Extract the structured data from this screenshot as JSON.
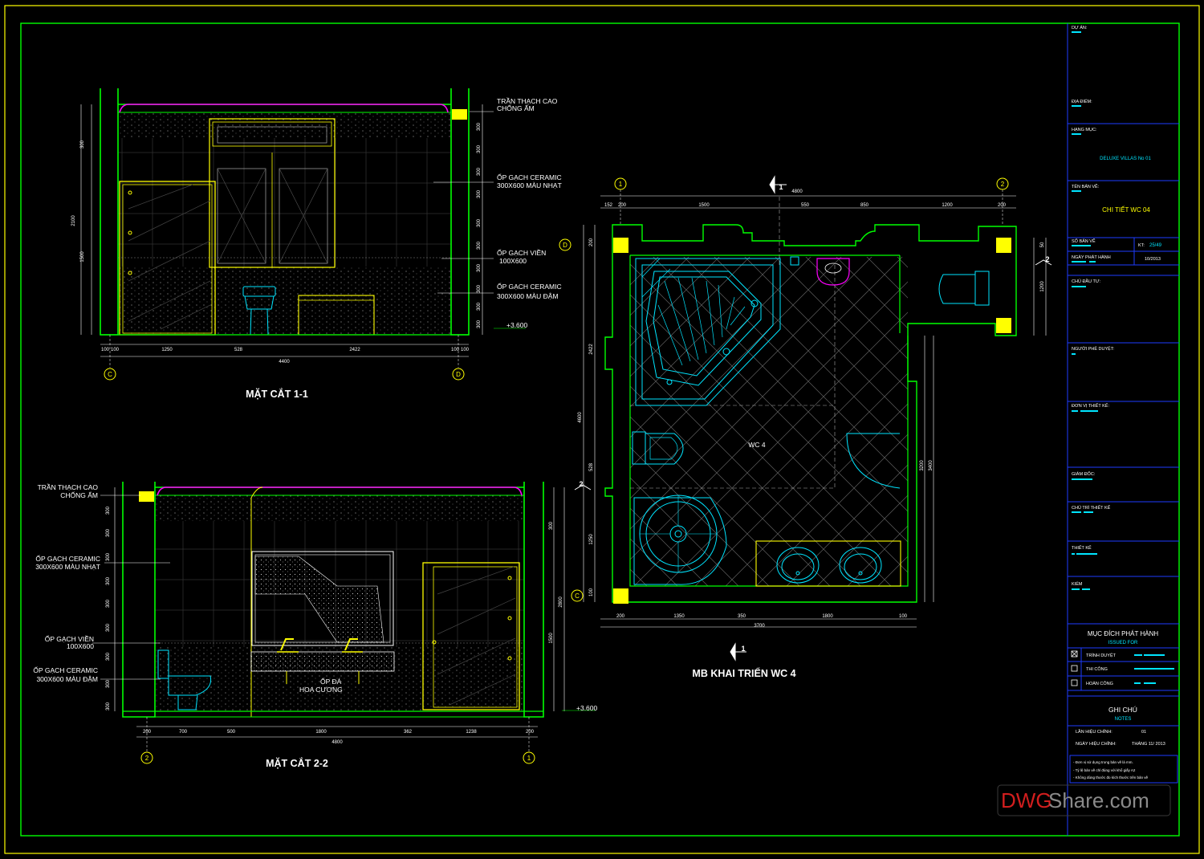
{
  "drawing": {
    "section_1": {
      "title": "MẶT CẮT 1-1",
      "labels": {
        "ceiling_1": "TRẦN THẠCH CAO",
        "ceiling_2": "CHỐNG ẨM",
        "tile_light_1": "ỐP GẠCH CERAMIC",
        "tile_light_2": "300X600 MÀU NHẠT",
        "border_1": "ỐP GẠCH VIỀN",
        "border_2": "100X600",
        "tile_dark_1": "ỐP GẠCH CERAMIC",
        "tile_dark_2": "300X600 MÀU ĐẬM",
        "level": "+3.600"
      },
      "grid_left": "C",
      "grid_right": "D",
      "dims_bottom": [
        "100",
        "100",
        "1250",
        "528",
        "2422",
        "100",
        "100"
      ],
      "dim_total": "4400",
      "dims_left": [
        "300",
        "2100",
        "1500"
      ],
      "dims_right": [
        "300",
        "300",
        "300",
        "300",
        "300",
        "300",
        "300",
        "300",
        "300",
        "300"
      ]
    },
    "section_2": {
      "title": "MẶT CẮT 2-2",
      "labels": {
        "ceiling_1": "TRẦN THẠCH CAO",
        "ceiling_2": "CHỐNG ẨM",
        "tile_light_1": "ỐP GẠCH CERAMIC",
        "tile_light_2": "300X600 MÀU NHẠT",
        "border_1": "ỐP GẠCH VIỀN",
        "border_2": "100X600",
        "tile_dark_1": "ỐP GẠCH CERAMIC",
        "tile_dark_2": "300X600 MÀU ĐẬM",
        "stone_1": "ỐP ĐÁ",
        "stone_2": "HOA CƯƠNG",
        "level": "+3.600"
      },
      "grid_left": "2",
      "grid_right": "1",
      "dims_bottom": [
        "200",
        "700",
        "500",
        "1800",
        "362",
        "1238",
        "200"
      ],
      "dim_total": "4800",
      "dims_right": [
        "300",
        "2800",
        "1500"
      ],
      "dims_left": [
        "300",
        "300",
        "300",
        "300",
        "300",
        "300",
        "300",
        "300",
        "300"
      ]
    },
    "plan": {
      "title": "MB KHAI TRIỂN WC 4",
      "room_label": "WC 4",
      "section_marker_top": "1",
      "section_marker_bottom": "1",
      "section_marker_left": "2",
      "section_marker_right": "2",
      "grid_top_left": "1",
      "grid_top_right": "2",
      "grid_left_top": "D",
      "grid_left_bottom": "C",
      "dims_top": [
        "152",
        "200",
        "1500",
        "550",
        "850",
        "1200",
        "200"
      ],
      "dim_top_total": "4800",
      "dims_bottom": [
        "200",
        "1350",
        "350",
        "1800",
        "100"
      ],
      "dim_bottom_total": "3700",
      "dims_left": [
        "200",
        "2422",
        "4600",
        "528",
        "1250",
        "100"
      ],
      "dims_right": [
        "50",
        "1200",
        "3200",
        "3400"
      ]
    }
  },
  "title_block": {
    "project_label": "DỰ ÁN:",
    "location_label": "ĐỊA ĐIỂM:",
    "item_label": "HẠNG MỤC:",
    "item_value": "DELUXE VILLAS No 01",
    "drawing_name_label": "TÊN BẢN VẼ:",
    "drawing_name_value": "CHI TIẾT WC 04",
    "sheet_no_label": "SỐ BẢN VẼ",
    "sheet_kt_label": "KT:",
    "sheet_kt_value": "25/49",
    "issue_date_label": "NGÀY PHÁT HÀNH",
    "issue_date_value": "10/2013",
    "owner_label": "CHỦ ĐẦU TƯ:",
    "approver_label": "NGƯỜI PHÊ DUYỆT:",
    "designer_unit_label": "ĐƠN VỊ THIẾT KẾ:",
    "director_label": "GIÁM ĐỐC:",
    "chief_designer_label": "CHỦ TRÌ THIẾT KẾ",
    "design_label": "THIẾT KẾ",
    "check_label": "KIỂM",
    "purpose_title": "MỤC ĐÍCH PHÁT HÀNH",
    "purpose_sub": "ISSUED FOR",
    "purpose_items": [
      "TRÌNH DUYỆT",
      "THI CÔNG",
      "HOÀN CÔNG"
    ],
    "notes_title": "GHI CHÚ",
    "notes_sub": "NOTES",
    "revision_no_label": "LẦN HIỆU CHỈNH:",
    "revision_no_value": "01",
    "revision_date_label": "NGÀY HIỆU CHỈNH:",
    "revision_date_value": "THÁNG 11/ 2013",
    "notes": [
      "- Đơn vị sử dụng trong bản vẽ là mm.",
      "- Tỷ lệ bản vẽ chỉ đúng với khổ giấy A2",
      "- Không dùng thước đo kích thước trên bản vẽ"
    ]
  },
  "watermark": {
    "part1": "DWG",
    "part2": "Share.com"
  },
  "colors": {
    "wall": "#00ff00",
    "fixture": "#00e5ff",
    "ceiling": "#ff00ff",
    "column": "#ffff00",
    "frame": "#ffff00",
    "titleblock": "#1e3cff",
    "dim": "#ffffff"
  }
}
